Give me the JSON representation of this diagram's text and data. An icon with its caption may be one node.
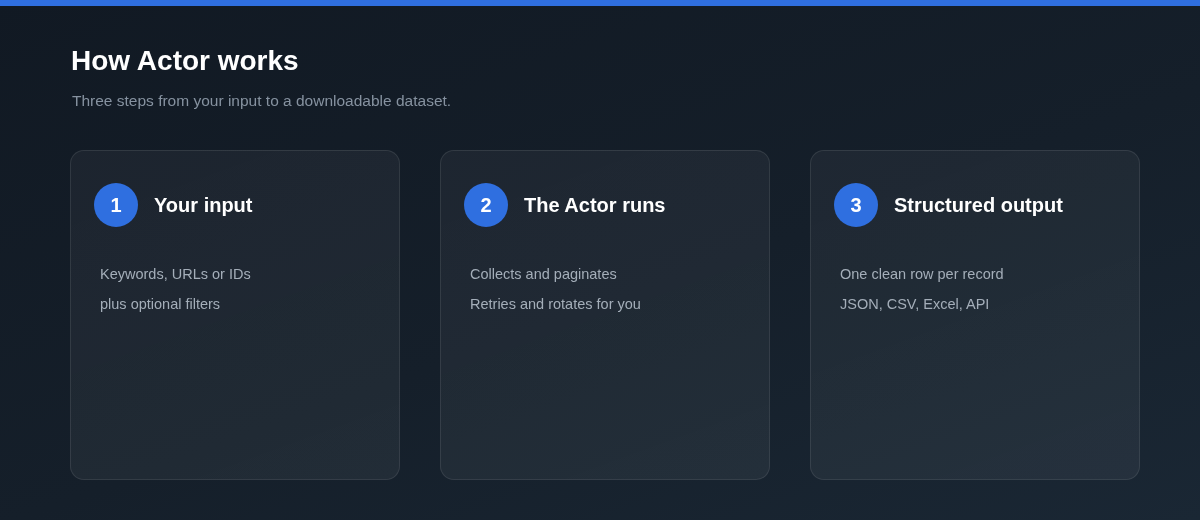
{
  "diagram": {
    "title": "How Actor works",
    "nodes": [
      {
        "text": [
          "Your input",
          "Keywords, URLs or IDs",
          "plus optional filters"
        ]
      },
      {
        "text": [
          "1"
        ],
        "in": 0
      },
      {
        "text": [
          "The Actor runs",
          "Collects and paginates",
          "Retries and rotates for you"
        ]
      },
      {
        "text": [
          "2"
        ],
        "in": 2
      },
      {
        "text": [
          "Structured output",
          "One clean row per record",
          "JSON, CSV, Excel, API"
        ]
      },
      {
        "text": [
          "3"
        ],
        "in": 4
      }
    ],
    "labels": [
      "Three steps from your input to a downloadable dataset."
    ]
  }
}
